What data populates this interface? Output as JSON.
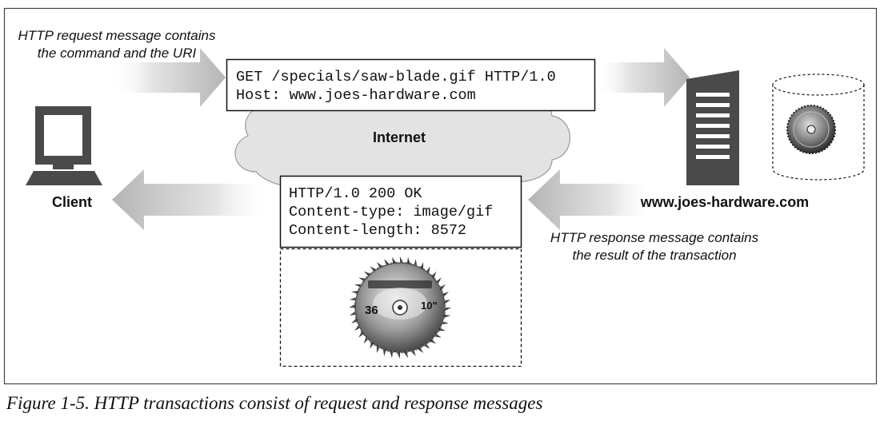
{
  "annotations": {
    "request_line1": "HTTP request message contains",
    "request_line2": "the command and the URI",
    "response_line1": "HTTP response message contains",
    "response_line2": "the result of the transaction"
  },
  "labels": {
    "client": "Client",
    "internet": "Internet",
    "server": "www.joes-hardware.com"
  },
  "request_message": [
    "GET /specials/saw-blade.gif HTTP/1.0",
    "Host: www.joes-hardware.com"
  ],
  "response_message": [
    "HTTP/1.0 200 OK",
    "Content-type: image/gif",
    "Content-length: 8572"
  ],
  "saw_blade_text": {
    "size_left": "36",
    "size_right": "10\""
  },
  "caption": "Figure 1-5. HTTP transactions consist of request and response messages"
}
